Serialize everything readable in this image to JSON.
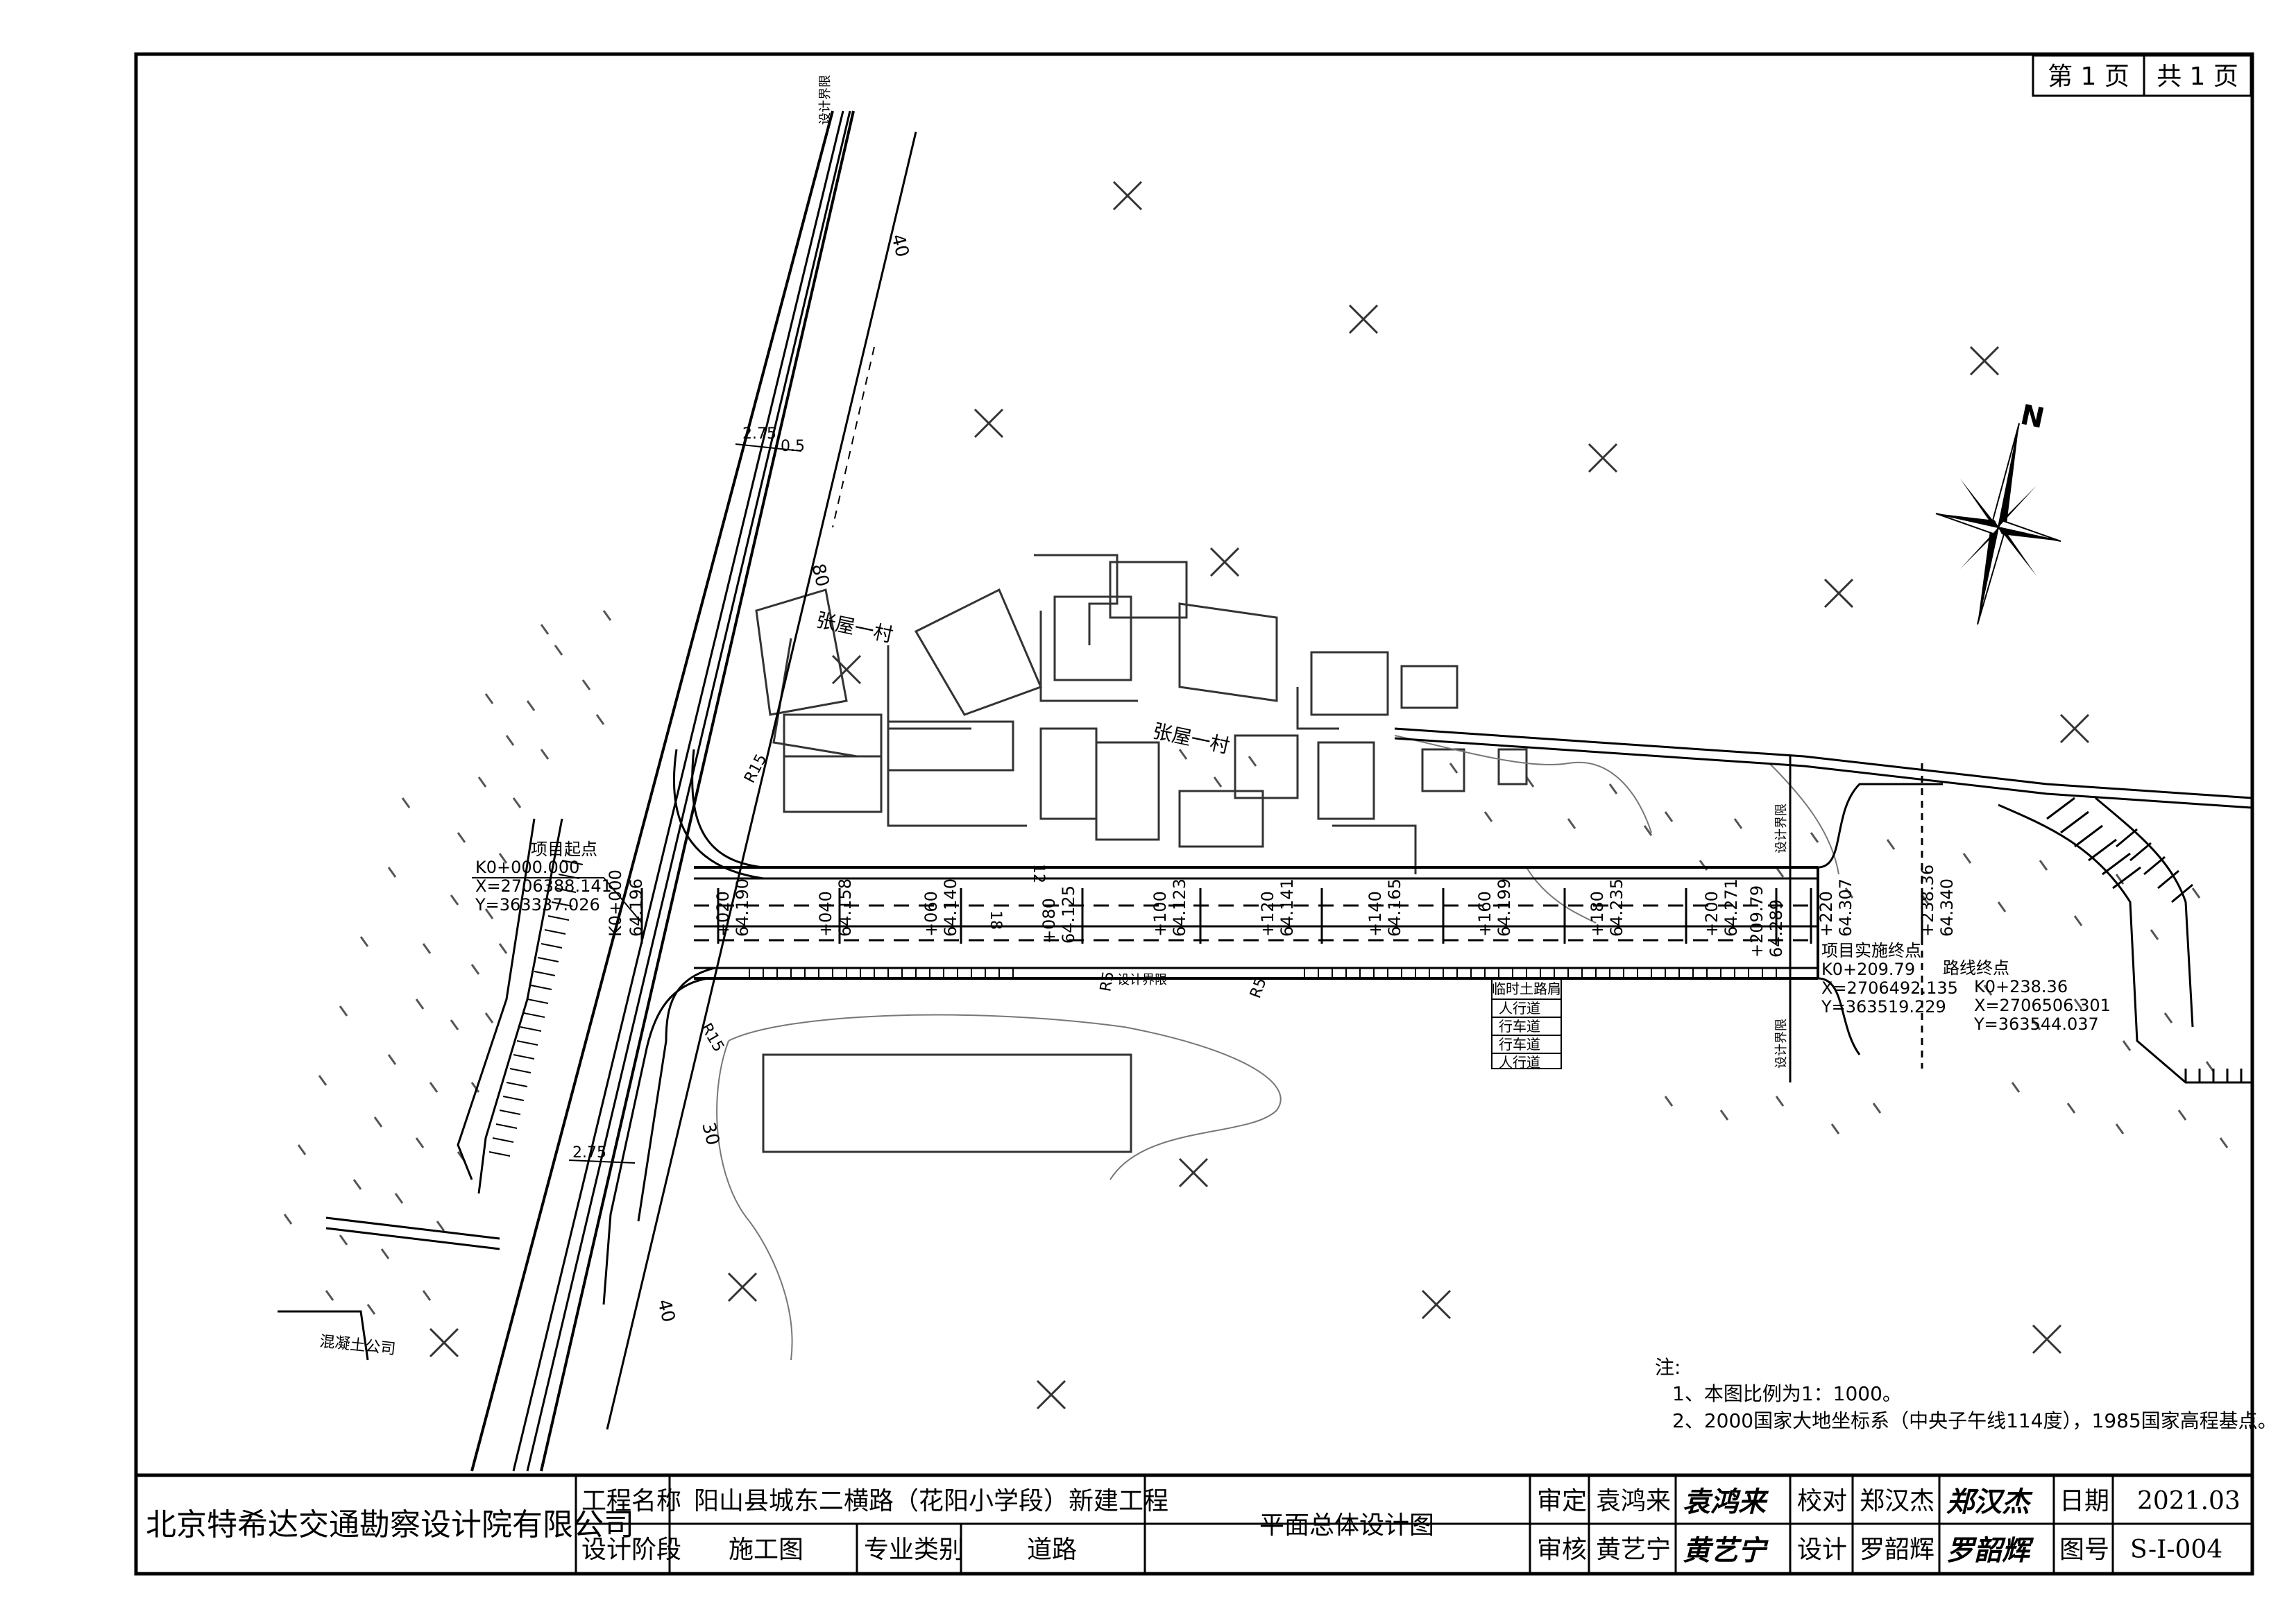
{
  "sheet": {
    "page_label": "第 1 页",
    "total_label": "共 1 页"
  },
  "title_block": {
    "company": "北京特希达交通勘察设计院有限公司",
    "project_name_label": "工程名称",
    "project_name": "阳山县城东二横路（花阳小学段）新建工程",
    "stage_label": "设计阶段",
    "stage": "施工图",
    "discipline_label": "专业类别",
    "discipline": "道路",
    "drawing_title": "平面总体设计图",
    "approve_label": "审定",
    "approver": "袁鸿来",
    "approver_sig": "袁鸿来",
    "review_label": "审核",
    "reviewer": "黄艺宁",
    "reviewer_sig": "黄艺宁",
    "check_label": "校对",
    "checker": "郑汉杰",
    "checker_sig": "郑汉杰",
    "design_label": "设计",
    "designer": "罗韶辉",
    "designer_sig": "罗韶辉",
    "date_label": "日期",
    "date": "2021.03",
    "drawing_no_label": "图号",
    "drawing_no": "S-I-004"
  },
  "notes": {
    "heading": "注:",
    "items": [
      "1、本图比例为1：1000。",
      "2、2000国家大地坐标系（中央子午线114度），1985国家高程基点。"
    ]
  },
  "compass": {
    "label": "N"
  },
  "annotations": {
    "start_title": "项目起点",
    "start_station": "K0+000.000",
    "start_x": "X=2706388.141",
    "start_y": "Y=363337.026",
    "impl_end_title": "项目实施终点",
    "impl_end_station": "K0+209.79",
    "impl_end_x": "X=2706492.135",
    "impl_end_y": "Y=363519.229",
    "route_end_title": "路线终点",
    "route_end_station": "K0+238.36",
    "route_end_x": "X=2706506.301",
    "route_end_y": "Y=363544.037",
    "village_1": "张屋一村",
    "village_2": "张屋一村",
    "design_boundary": "设计界限",
    "radius_r15": "R15",
    "radius_r5": "R5",
    "dim_275": "2.75",
    "dim_05": "0.5",
    "dim_40": "40",
    "dim_80": "80",
    "dim_30": "30",
    "dim_12": "12",
    "dim_18": "18",
    "road_east": "混凝土公司",
    "legend_title": "临时土路肩",
    "legend_items": [
      "人行道",
      "行车道",
      "行车道",
      "人行道"
    ],
    "stations": [
      {
        "sta": "K0+000",
        "elev": "64.196"
      },
      {
        "sta": "+020",
        "elev": "64.190"
      },
      {
        "sta": "+040",
        "elev": "64.158"
      },
      {
        "sta": "+060",
        "elev": "64.140"
      },
      {
        "sta": "+080",
        "elev": "64.125"
      },
      {
        "sta": "+100",
        "elev": "64.123"
      },
      {
        "sta": "+120",
        "elev": "64.141"
      },
      {
        "sta": "+140",
        "elev": "64.165"
      },
      {
        "sta": "+160",
        "elev": "64.199"
      },
      {
        "sta": "+180",
        "elev": "64.235"
      },
      {
        "sta": "+200",
        "elev": "64.271"
      },
      {
        "sta": "+209.79",
        "elev": "64.289"
      },
      {
        "sta": "+220",
        "elev": "64.307"
      },
      {
        "sta": "+238.36",
        "elev": "64.340"
      }
    ]
  },
  "colors": {
    "ink": "#000000",
    "topo": "#555555",
    "light": "#888888"
  }
}
